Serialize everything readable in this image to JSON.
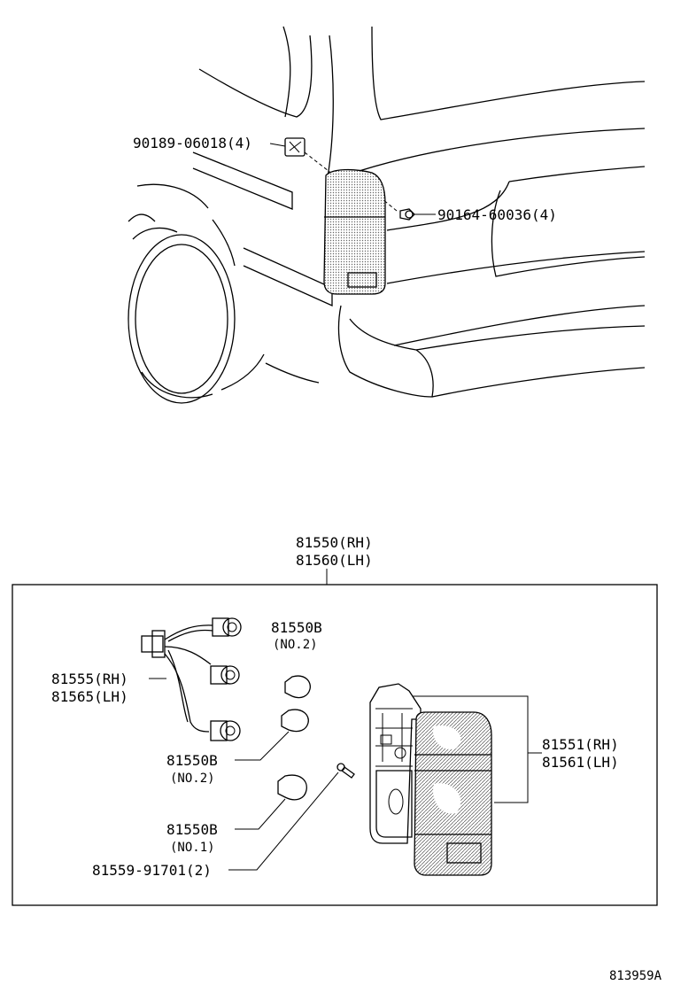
{
  "diagram": {
    "top_labels": {
      "clip": "90189-06018(4)",
      "screw": "90164-60036(4)"
    },
    "assembly": {
      "rh": "81550(RH)",
      "lh": "81560(LH)"
    },
    "parts": {
      "bulb_upper_code": "81550B",
      "bulb_upper_note": "(NO.2)",
      "socket_rh": "81555(RH)",
      "socket_lh": "81565(LH)",
      "bulb_mid_code": "81550B",
      "bulb_mid_note": "(NO.2)",
      "bulb_low_code": "81550B",
      "bulb_low_note": "(NO.1)",
      "screw": "81559-91701(2)",
      "lens_rh": "81551(RH)",
      "lens_lh": "81561(LH)"
    },
    "figure_id": "813959A"
  }
}
